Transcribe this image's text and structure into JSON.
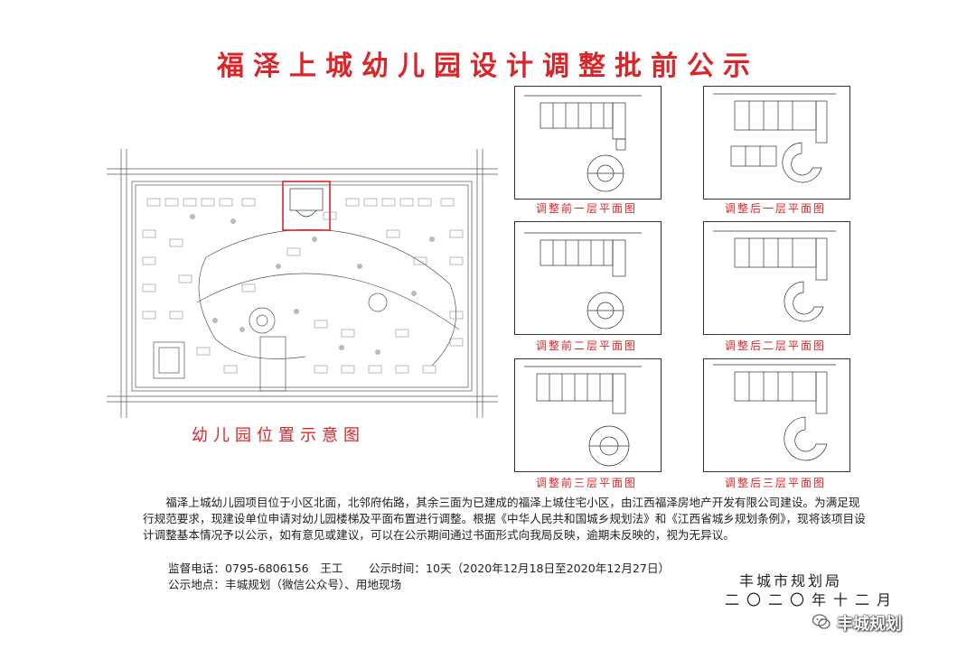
{
  "title": "福泽上城幼儿园设计调整批前公示",
  "site_plan": {
    "caption": "幼儿园位置示意图"
  },
  "floor_plans": [
    {
      "caption": "调整前一层平面图"
    },
    {
      "caption": "调整后一层平面图"
    },
    {
      "caption": "调整前二层平面图"
    },
    {
      "caption": "调整后二层平面图"
    },
    {
      "caption": "调整前三层平面图"
    },
    {
      "caption": "调整后三层平面图"
    }
  ],
  "notice": {
    "paragraph": "福泽上城幼儿园项目位于小区北面，北邻府佑路，其余三面为已建成的福泽上城住宅小区，由江西福泽房地产开发有限公司建设。为满足现行规范要求，现建设单位申请对幼儿园楼梯及平面布置进行调整。根据《中华人民共和国城乡规划法》和《江西省城乡规划条例》，现将该项目设计调整基本情况予以公示，如有意见或建议，可以在公示期间通过书面形式向我局反映，逾期未反映的，视为无异议。",
    "phone_label": "监督电话：",
    "phone_value": "0795-6806156　王工",
    "period_label": "公示时间：",
    "period_value": "10天（2020年12月18日至2020年12月27日）",
    "location_label": "公示地点：",
    "location_value": "丰城规划（微信公众号）、用地现场"
  },
  "authority": "丰城市规划局",
  "date": "二〇二〇年十二月",
  "watermark": {
    "icon": "wechat-icon",
    "text": "丰城规划"
  },
  "colors": {
    "accent_red": "#d9262a",
    "line": "#333333"
  }
}
